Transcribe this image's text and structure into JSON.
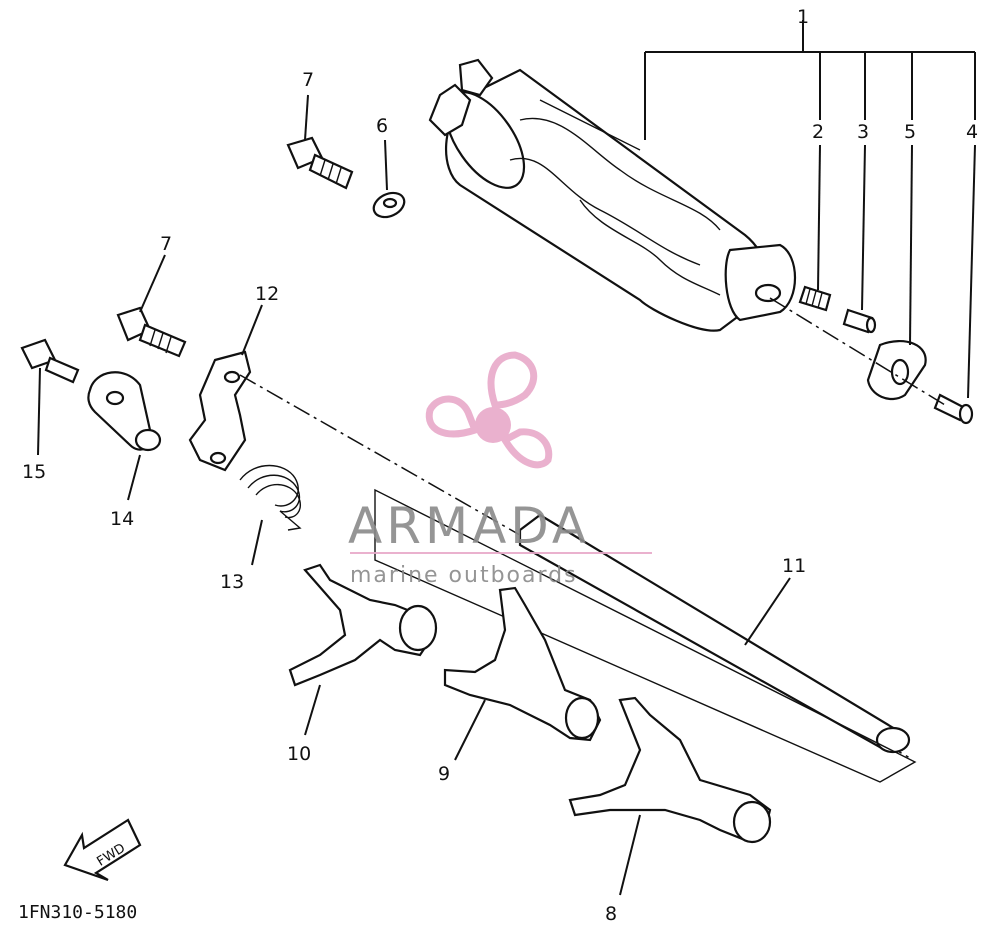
{
  "diagram": {
    "code": "1FN310-5180",
    "fwd_label": "FWD",
    "callouts": {
      "c1": "1",
      "c2": "2",
      "c3": "3",
      "c4": "4",
      "c5": "5",
      "c6": "6",
      "c7a": "7",
      "c7b": "7",
      "c8": "8",
      "c9": "9",
      "c10": "10",
      "c11": "11",
      "c12": "12",
      "c13": "13",
      "c14": "14",
      "c15": "15"
    }
  },
  "watermark": {
    "title": "ARMADA",
    "subtitle": "marine outboards",
    "color": "#e8a9c9"
  }
}
